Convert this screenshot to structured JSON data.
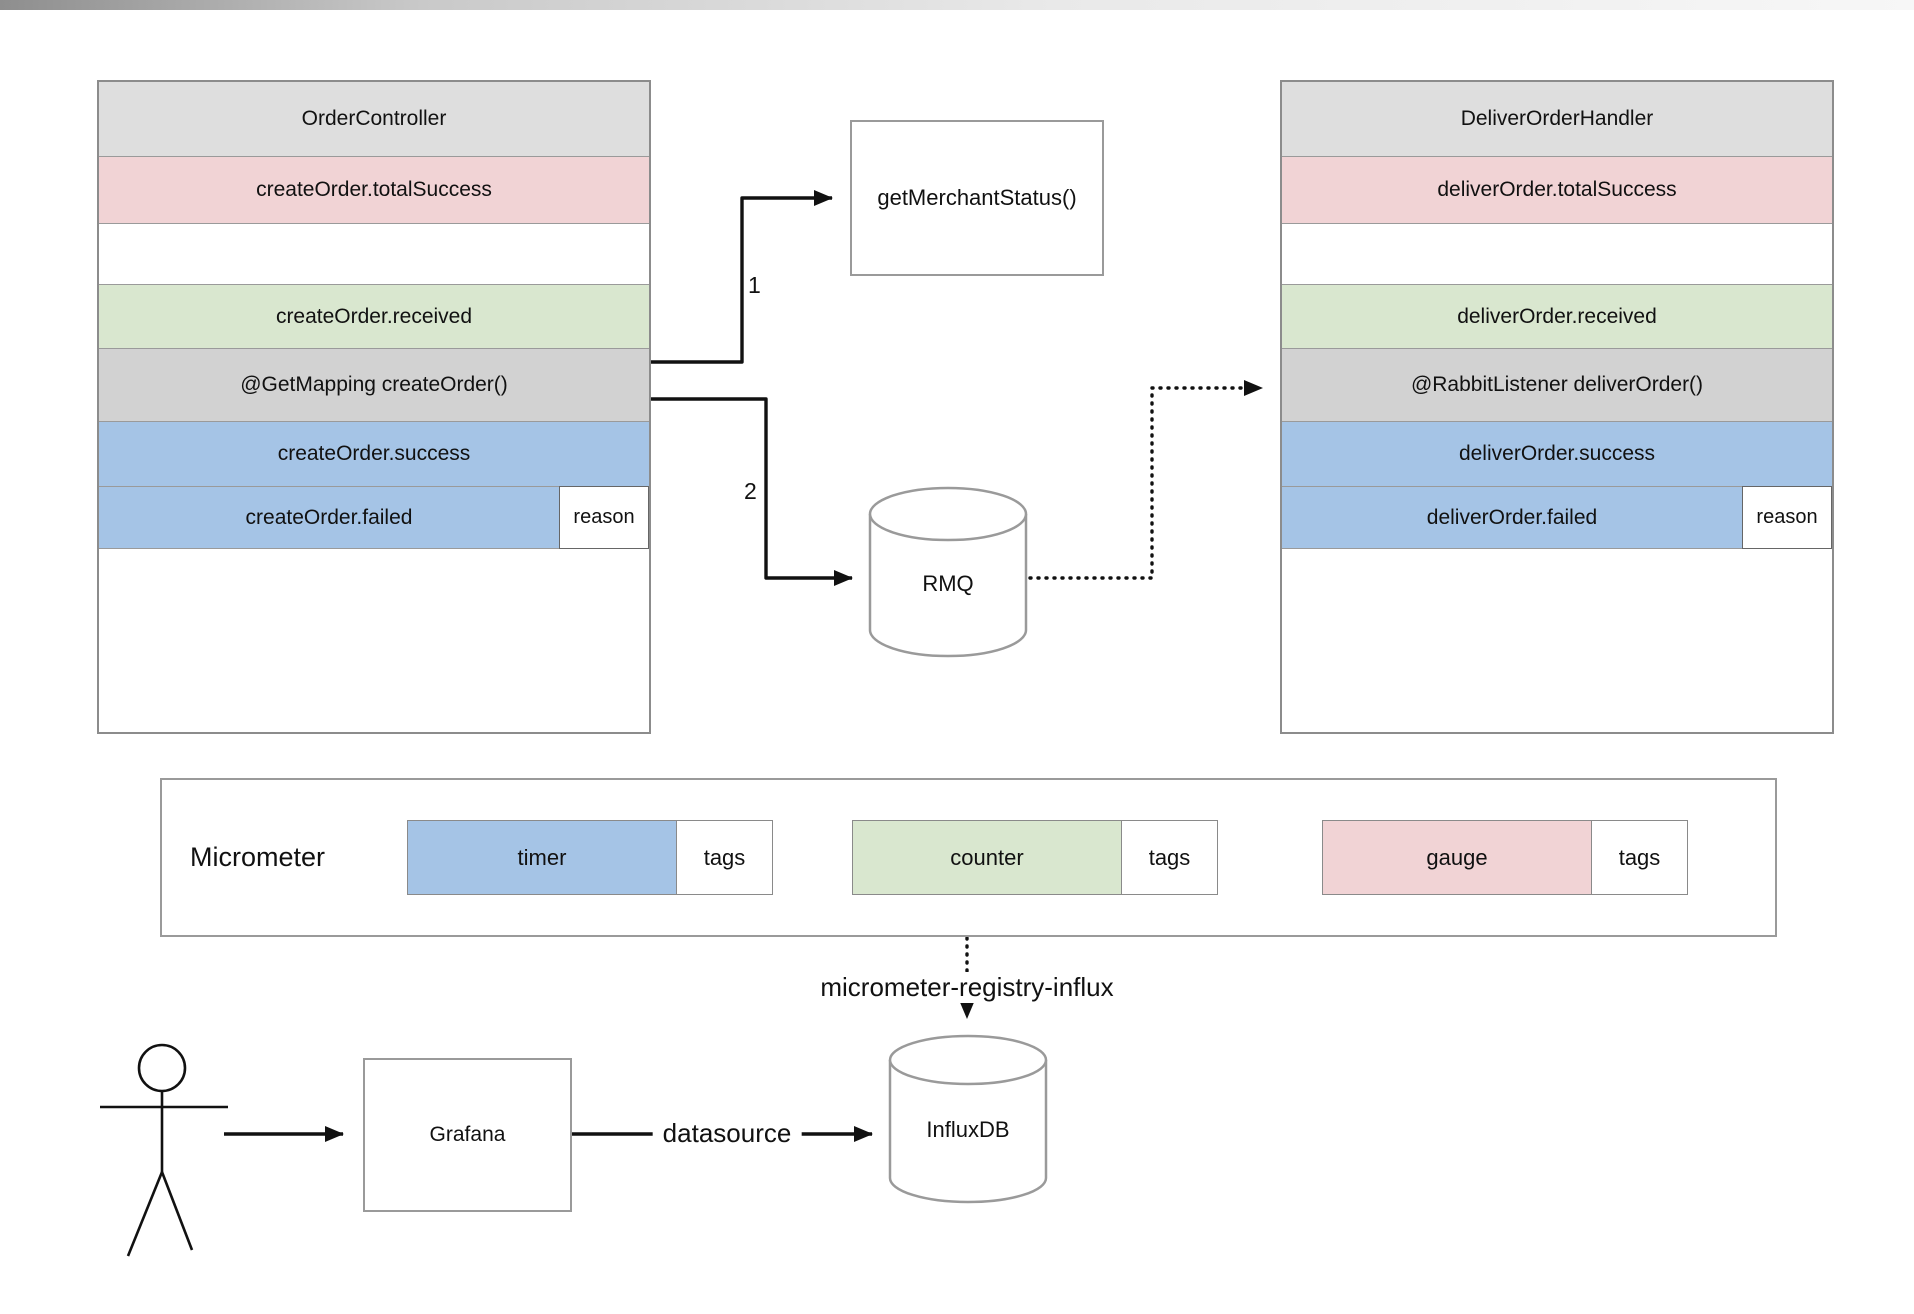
{
  "order_controller": {
    "title": "OrderController",
    "total_success": "createOrder.totalSuccess",
    "received": "createOrder.received",
    "method": "@GetMapping createOrder()",
    "success": "createOrder.success",
    "failed": "createOrder.failed",
    "failed_tag": "reason"
  },
  "deliver_order_handler": {
    "title": "DeliverOrderHandler",
    "total_success": "deliverOrder.totalSuccess",
    "received": "deliverOrder.received",
    "method": "@RabbitListener deliverOrder()",
    "success": "deliverOrder.success",
    "failed": "deliverOrder.failed",
    "failed_tag": "reason"
  },
  "merchant_box": {
    "label": "getMerchantStatus()"
  },
  "rmq": {
    "label": "RMQ"
  },
  "micrometer": {
    "title": "Micrometer",
    "metrics": [
      {
        "label": "timer",
        "tag": "tags",
        "color": "#a5c4e6"
      },
      {
        "label": "counter",
        "tag": "tags",
        "color": "#d9e7cf"
      },
      {
        "label": "gauge",
        "tag": "tags",
        "color": "#f1d3d5"
      }
    ]
  },
  "grafana": {
    "label": "Grafana"
  },
  "influxdb": {
    "label": "InfluxDB"
  },
  "connections": {
    "arrow1_label": "1",
    "arrow2_label": "2",
    "registry_label": "micrometer-registry-influx",
    "datasource_label": "datasource"
  },
  "palette": {
    "blue": "#a5c4e6",
    "green": "#d9e7cf",
    "pink": "#f1d3d5",
    "header_gray": "#dedede",
    "method_gray": "#d2d2d2",
    "border_gray": "#9a9a9a",
    "arrow_black": "#111111"
  }
}
